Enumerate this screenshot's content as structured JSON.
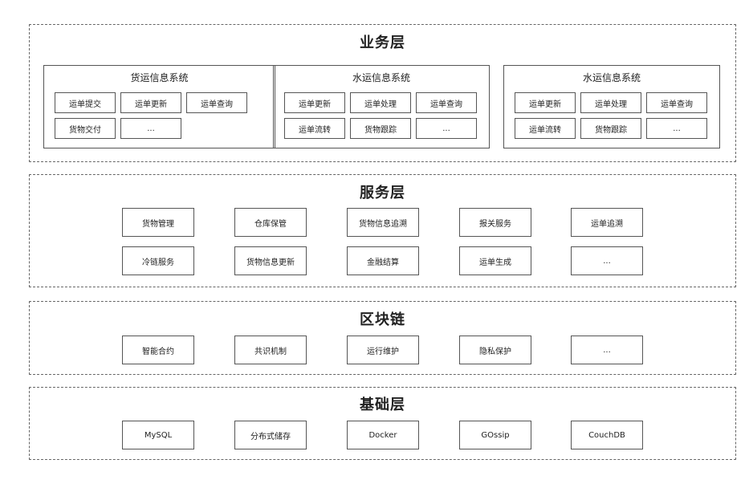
{
  "business_layer": {
    "title": "业务层",
    "systems": [
      {
        "title": "货运信息系统",
        "items": [
          "运单提交",
          "运单更新",
          "运单查询",
          "货物交付",
          "..."
        ]
      },
      {
        "title": "水运信息系统",
        "items": [
          "运单更新",
          "运单处理",
          "运单查询",
          "运单流转",
          "货物跟踪",
          "..."
        ]
      },
      {
        "title": "水运信息系统",
        "items": [
          "运单更新",
          "运单处理",
          "运单查询",
          "运单流转",
          "货物跟踪",
          "..."
        ]
      }
    ]
  },
  "service_layer": {
    "title": "服务层",
    "items": [
      "货物管理",
      "仓库保管",
      "货物信息追溯",
      "报关服务",
      "运单追溯",
      "冷链服务",
      "货物信息更新",
      "金融结算",
      "运单生成",
      "..."
    ]
  },
  "blockchain_layer": {
    "title": "区块链",
    "items": [
      "智能合约",
      "共识机制",
      "运行维护",
      "隐私保护",
      "..."
    ]
  },
  "foundation_layer": {
    "title": "基础层",
    "items": [
      "MySQL",
      "分布式储存",
      "Docker",
      "GOssip",
      "CouchDB"
    ]
  }
}
